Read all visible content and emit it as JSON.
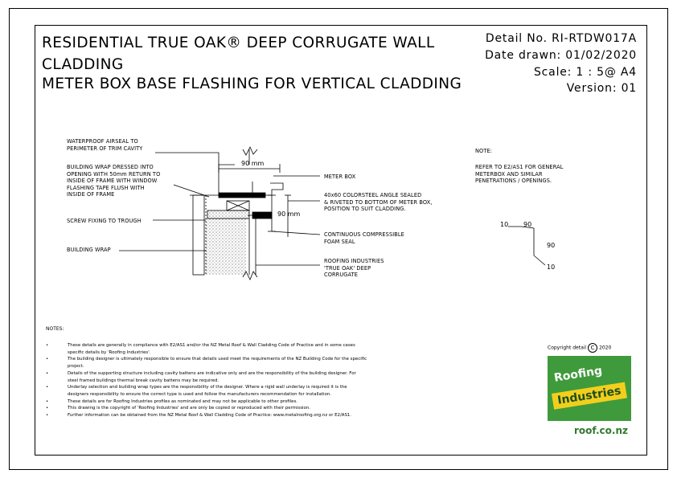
{
  "title": {
    "line1": "RESIDENTIAL TRUE OAK® DEEP CORRUGATE WALL",
    "line2": "CLADDING",
    "line3": "METER BOX BASE FLASHING FOR VERTICAL CLADDING"
  },
  "meta": {
    "detail": "Detail No. RI-RTDW017A",
    "date": "Date drawn:  01/02/2020",
    "scale": "Scale:   1 : 5@ A4",
    "version": "Version:  01"
  },
  "labels": {
    "airseal": "WATERPROOF AIRSEAL TO\nPERIMETER OF TRIM CAVITY",
    "building_wrap_dressed": "BUILDING WRAP DRESSED INTO\nOPENING WITH 50mm RETURN TO\nINSIDE OF FRAME WITH WINDOW\nFLASHING TAPE FLUSH WITH\nINSIDE OF FRAME",
    "screw": "SCREW FIXING TO TROUGH",
    "building_wrap": "BUILDING WRAP",
    "meter_box": "METER BOX",
    "angle": "40x60 COLORSTEEL ANGLE SEALED\n& RIVETED TO BOTTOM OF METER BOX,\nPOSITION TO SUIT CLADDING.",
    "foam": "CONTINUOUS COMPRESSIBLE\nFOAM SEAL",
    "roofing": "ROOFING INDUSTRIES\n'TRUE OAK' DEEP\nCORRUGATE"
  },
  "dims": {
    "top": "90 mm",
    "side": "90 mm",
    "profile_10_top": "10",
    "profile_90_top": "90",
    "profile_90_side": "90",
    "profile_10_bottom": "10"
  },
  "note_right": {
    "heading": "NOTE:",
    "body": "REFER TO E2/AS1 FOR GENERAL\nMETERBOX AND SIMILAR\nPENETRATIONS / OPENINGS."
  },
  "notes": {
    "title": "NOTES:",
    "bullet": "•",
    "items": [
      "These details are generally in compliance with E2/AS1 and/or the NZ Metal Roof & Wall Cladding Code of Practice and in some cases specific details by 'Roofing Industries'.",
      "The building designer is ultimately responsible to ensure that details used meet the requirements of the NZ Building Code for the specific project.",
      "Details of the supporting structure including cavity battens are indicative only and are the responsibility of the building designer. For steel framed buildings thermal break cavity battens may be required.",
      "Underlay selection and building wrap types are the responsibility of the designer. Where a rigid wall underlay is required it is the designers responsibility to ensure the correct type is used and follow the manufacturers recommendation for installation.",
      "These details are for Roofing Industries profiles as nominated and may not be applicable to other profiles.",
      "This drawing is the copyright of 'Roofing Industries' and are only be copied or reproduced with their permission.",
      "Further information can be obtained from the NZ Metal Roof & Wall Cladding Code of Practice: www.metalroofing.org.nz or E2/AS1."
    ]
  },
  "copyright": {
    "prefix": "Copyright detail",
    "symbol": "C",
    "year": "2020"
  },
  "logo": {
    "word1": "Roofing",
    "word2": "Industries",
    "url": "roof.co.nz",
    "colors": {
      "green": "#3f9a3c",
      "yellow": "#f2cf1c",
      "dark": "#1c4d1e"
    }
  }
}
